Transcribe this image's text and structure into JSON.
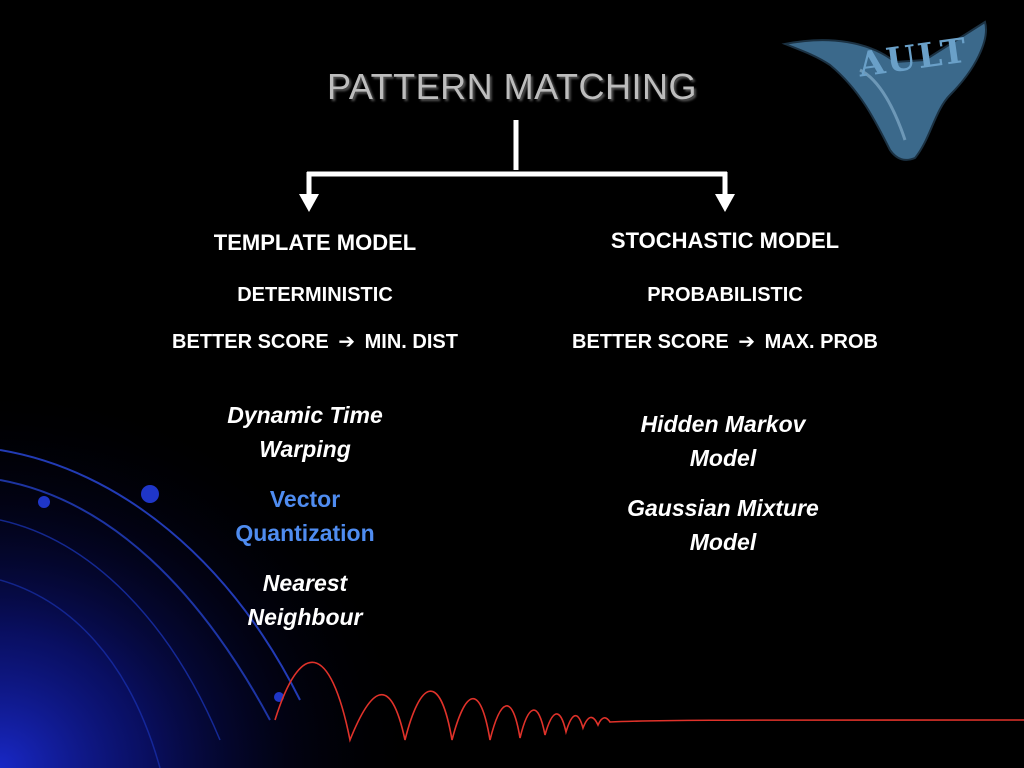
{
  "title": "PATTERN MATCHING",
  "logo": {
    "icon": "vault-logo-icon",
    "text": "AULT"
  },
  "branches": [
    {
      "heading": "TEMPLATE MODEL",
      "type": "DETERMINISTIC",
      "score_left": "BETTER SCORE",
      "score_right": "MIN. DIST",
      "methods": [
        {
          "lines": [
            "Dynamic Time",
            "Warping"
          ]
        },
        {
          "lines": [
            "Vector",
            "Quantization"
          ],
          "color": "#4f8cf0"
        },
        {
          "lines": [
            "Nearest",
            "Neighbour"
          ]
        }
      ]
    },
    {
      "heading": "STOCHASTIC MODEL",
      "type": "PROBABILISTIC",
      "score_left": "BETTER SCORE",
      "score_right": "MAX. PROB",
      "methods": [
        {
          "lines": [
            "Hidden Markov",
            "Model"
          ]
        },
        {
          "lines": [
            "Gaussian Mixture",
            "Model"
          ]
        }
      ]
    }
  ],
  "colors": {
    "title": "#bdbdbd",
    "highlight": "#4f8cf0",
    "wave": "#e0322a",
    "swoosh": "#1f3fd8"
  }
}
